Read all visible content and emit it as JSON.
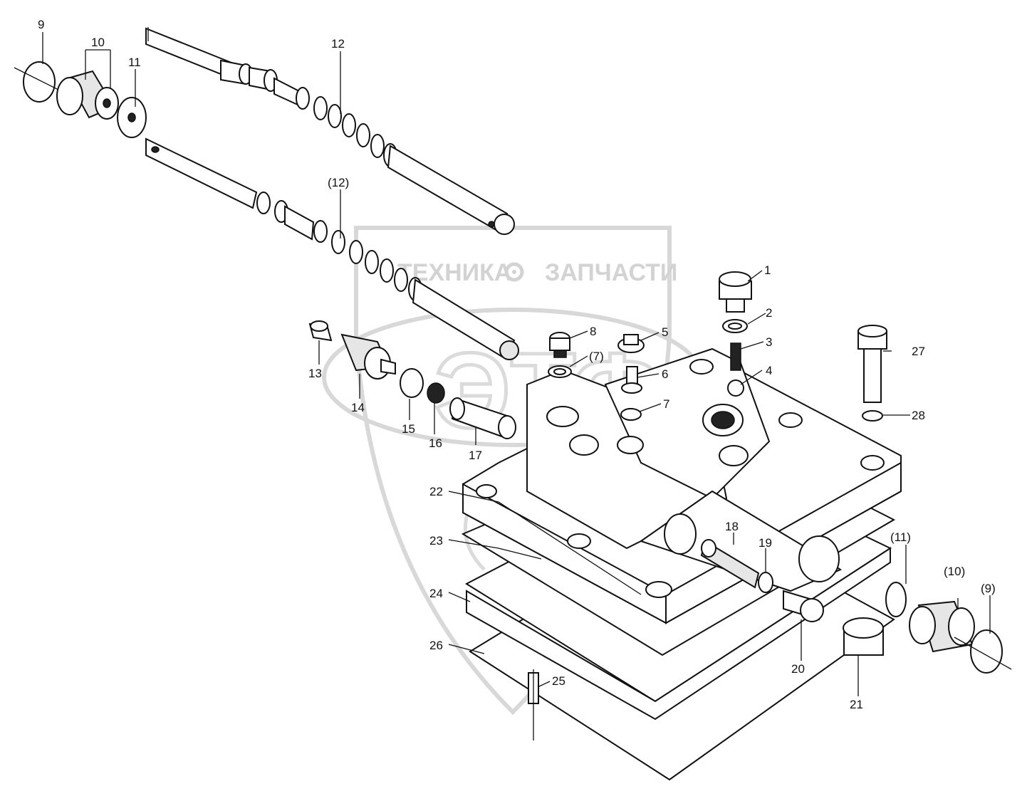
{
  "watermark": {
    "text_left": "ТЕХНИКА",
    "text_right": "ЗАПЧАСТИ",
    "logo": "ЭТФ",
    "color": "#cfcfcf"
  },
  "callouts": {
    "c1": "1",
    "c2": "2",
    "c3": "3",
    "c4": "4",
    "c5": "5",
    "c6": "6",
    "c7": "7",
    "c7p": "(7)",
    "c8": "8",
    "c9": "9",
    "c9p": "(9)",
    "c10": "10",
    "c10p": "(10)",
    "c11": "11",
    "c11p": "(11)",
    "c12": "12",
    "c12p": "(12)",
    "c13": "13",
    "c14": "14",
    "c15": "15",
    "c16": "16",
    "c17": "17",
    "c18": "18",
    "c19": "19",
    "c20": "20",
    "c21": "21",
    "c22": "22",
    "c23": "23",
    "c24": "24",
    "c25": "25",
    "c26": "26",
    "c27": "27",
    "c28": "28"
  }
}
